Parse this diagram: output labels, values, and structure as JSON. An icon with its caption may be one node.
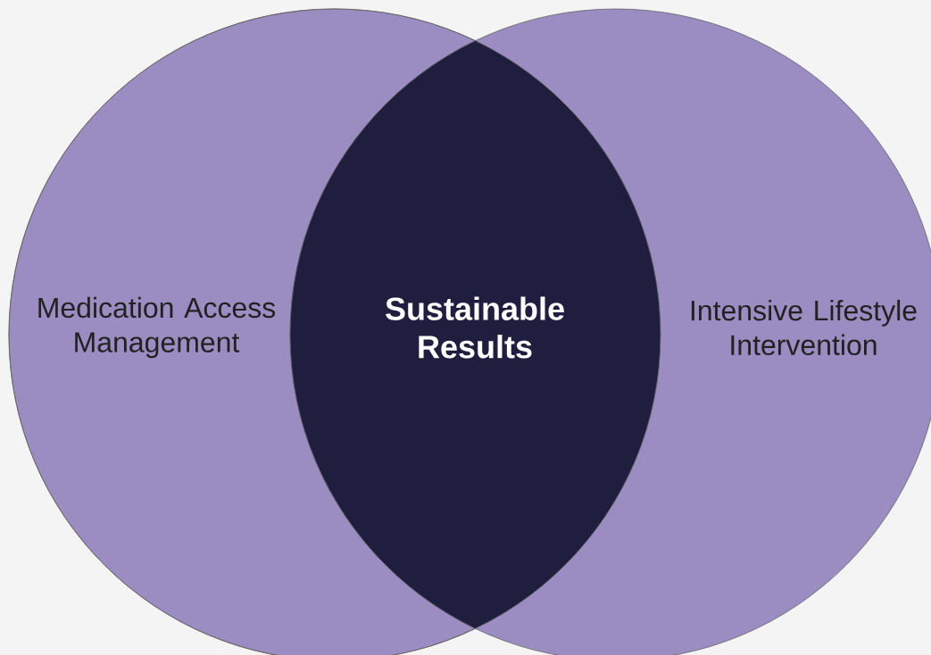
{
  "diagram": {
    "nodes": [
      {
        "text": [
          "Medication Access Management"
        ]
      },
      {
        "text": [
          "Sustainable Results"
        ]
      },
      {
        "text": [
          "Intensive Lifestyle Intervention"
        ]
      }
    ]
  }
}
